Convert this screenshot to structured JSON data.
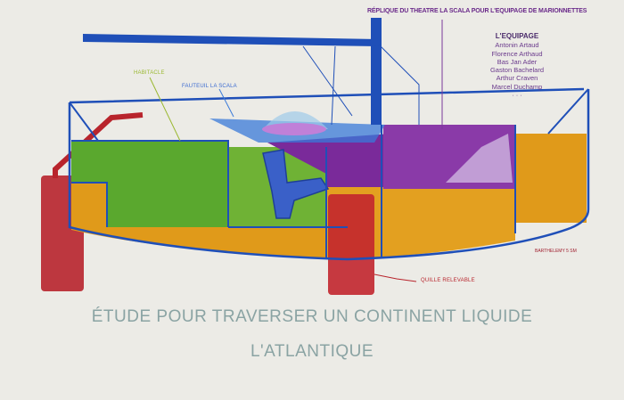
{
  "labels": {
    "replique": "RÉPLIQUE DU THEATRE LA SCALA POUR L'EQUIPAGE DE MARIONNETTES",
    "habitacle": "HABITACLE",
    "fauteuil": "FAUTEUIL LA SCALA",
    "quille": "QUILLE RELEVABLE"
  },
  "crew": {
    "heading": "L'EQUIPAGE",
    "members": [
      "Antonin Artaud",
      "Florence Arthaud",
      "Bas Jan Ader",
      "Gaston Bachelard",
      "Arthur Craven",
      "Marcel Duchamp",
      "· · ·"
    ]
  },
  "title": {
    "line1": "ÉTUDE POUR TRAVERSER UN CONTINENT LIQUIDE",
    "line2": "L'ATLANTIQUE"
  },
  "signature": "BARTHELEMY 5 SM",
  "colors": {
    "blue": "#1f4fb8",
    "green": "#5aa82e",
    "orange": "#e09a1a",
    "purple": "#7a2a9a",
    "red": "#b8242c",
    "paper": "#ecebe6"
  }
}
